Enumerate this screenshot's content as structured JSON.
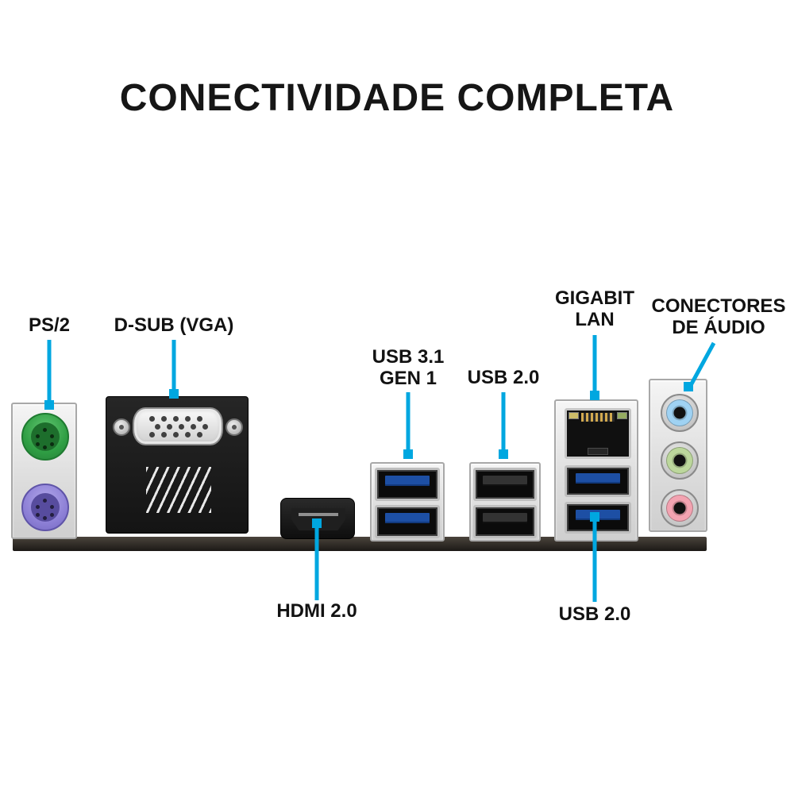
{
  "title": "CONECTIVIDADE COMPLETA",
  "colors": {
    "accent_cyan": "#00a7e0",
    "ps2_green": "#2f9e44",
    "ps2_purple": "#8d80d6",
    "usb3_tongue_blue": "#1d4fa4",
    "audio_line_in_blue": "#9fd2f3",
    "audio_line_out_green": "#bcd79c",
    "audio_mic_pink": "#f3a3b1"
  },
  "labels": {
    "ps2": "PS/2",
    "vga": "D-SUB (VGA)",
    "usb31_line1": "USB 3.1",
    "usb31_line2": "GEN 1",
    "usb20_top": "USB 2.0",
    "lan_line1": "GIGABIT",
    "lan_line2": "LAN",
    "audio_line1": "CONECTORES",
    "audio_line2": "DE ÁUDIO",
    "hdmi": "HDMI 2.0",
    "usb20_bottom": "USB 2.0"
  }
}
